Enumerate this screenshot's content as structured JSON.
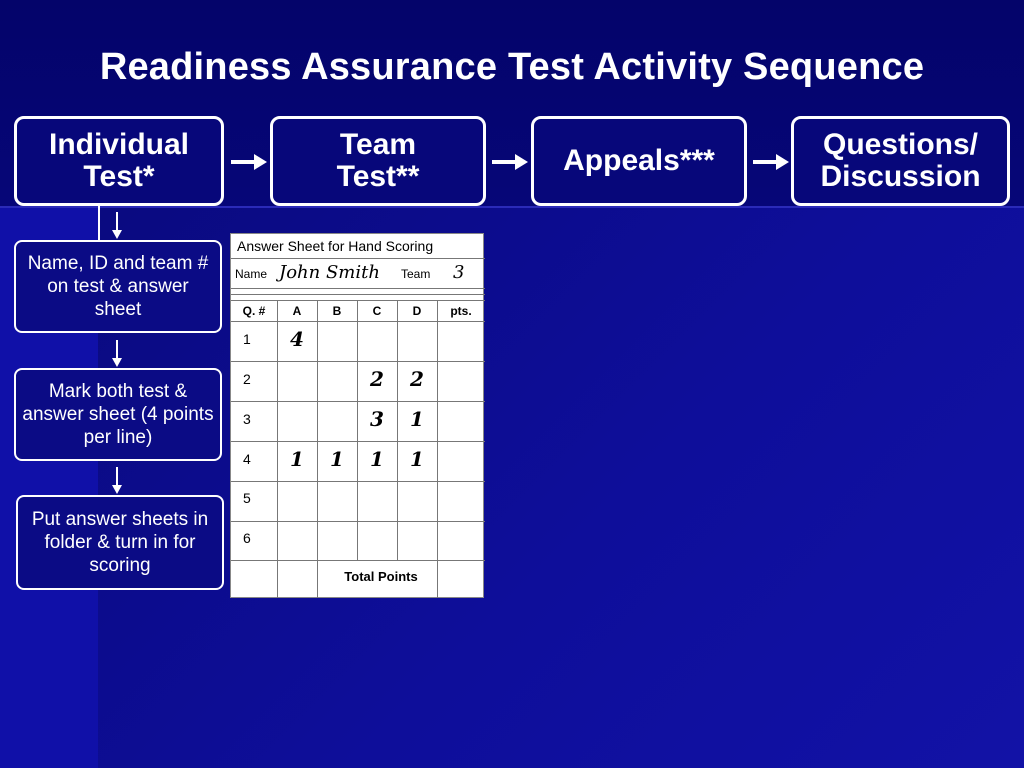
{
  "title": "Readiness Assurance Test Activity Sequence",
  "steps": [
    "Individual\nTest*",
    "Team\nTest**",
    "Appeals***",
    "Questions/\nDiscussion"
  ],
  "substeps": [
    "Name, ID and team # on test & answer sheet",
    "Mark both test & answer sheet (4 points per line)",
    "Put answer sheets in folder & turn in for scoring"
  ],
  "answer_sheet": {
    "title": "Answer Sheet for Hand Scoring",
    "name_label": "Name",
    "name_value": "John Smith",
    "team_label": "Team",
    "team_value": "3",
    "headers": [
      "Q. #",
      "A",
      "B",
      "C",
      "D",
      "pts."
    ],
    "rows": [
      {
        "q": "1",
        "A": "4",
        "B": "",
        "C": "",
        "D": ""
      },
      {
        "q": "2",
        "A": "",
        "B": "",
        "C": "2",
        "D": "2"
      },
      {
        "q": "3",
        "A": "",
        "B": "",
        "C": "3",
        "D": "1"
      },
      {
        "q": "4",
        "A": "1",
        "B": "1",
        "C": "1",
        "D": "1"
      },
      {
        "q": "5",
        "A": "",
        "B": "",
        "C": "",
        "D": ""
      },
      {
        "q": "6",
        "A": "",
        "B": "",
        "C": "",
        "D": ""
      }
    ],
    "total_label": "Total Points"
  },
  "colors": {
    "background": "#0c0c8c",
    "box_border": "#ffffff",
    "text": "#ffffff"
  }
}
